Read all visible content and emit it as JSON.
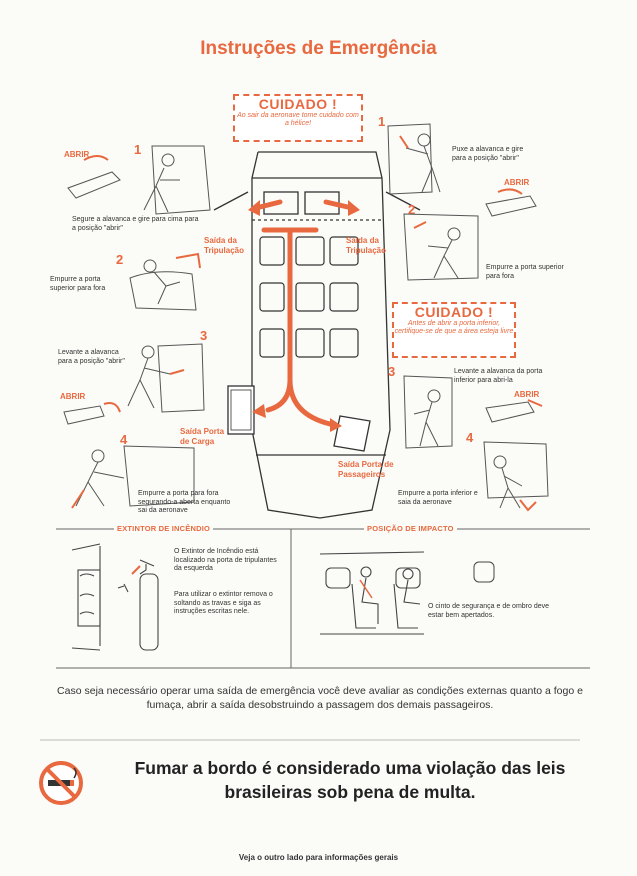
{
  "title": "Instruções de Emergência",
  "caution_top": {
    "heading": "CUIDADO !",
    "text": "Ao sair da aeronave tome cuidado com a hélice!"
  },
  "caution_right": {
    "heading": "CUIDADO !",
    "text": "Antes de abrir a porta inferior, certifique-se de que a área esteja livre"
  },
  "left_steps": [
    {
      "number": "1",
      "text": "Segure a alavanca e gire para cima para a posição \"abrir\""
    },
    {
      "number": "2",
      "text": "Empurre a porta superior para fora"
    },
    {
      "number": "3",
      "text": "Levante a alavanca para a posição \"abrir\""
    },
    {
      "number": "4",
      "text": "Empurre a porta para fora segurando-a aberta enquanto sai da aeronave"
    }
  ],
  "right_steps": [
    {
      "number": "1",
      "text": "Puxe a alavanca e gire para a posição \"abrir\""
    },
    {
      "number": "2",
      "text": "Empurre a porta superior para fora"
    },
    {
      "number": "3",
      "text": "Levante a alavanca da porta inferior para abri-la"
    },
    {
      "number": "4",
      "text": "Empurre a porta inferior e saia da aeronave"
    }
  ],
  "abrir_label": "ABRIR",
  "exits": {
    "crew_left": "Saída da Tripulação",
    "crew_right": "Saída da Tripulação",
    "cargo": "Saída Porta de Carga",
    "passengers": "Saída Porta de Passageiros"
  },
  "extinguisher": {
    "section_title": "EXTINTOR DE INCÊNDIO",
    "text1": "O Extintor de Incêndio está localizado na porta de tripulantes da esquerda",
    "text2": "Para utilizar o extintor remova o soltando as travas e siga as instruções escritas nele."
  },
  "impact": {
    "section_title": "POSIÇÃO DE IMPACTO",
    "text": "O cinto de segurança e de ombro deve estar bem apertados."
  },
  "paragraph": "Caso seja necessário operar uma saída de emergência você deve avaliar as condições externas quanto a fogo e fumaça, abrir a saída desobstruindo a passagem dos demais passageiros.",
  "smoking_notice": "Fumar a bordo é considerado uma violação das leis brasileiras sob pena de multa.",
  "footer": "Veja o outro lado para informações gerais",
  "colors": {
    "accent": "#e8693f",
    "ink": "#222222"
  },
  "icons": {
    "no_smoking": "no-smoking-icon"
  }
}
